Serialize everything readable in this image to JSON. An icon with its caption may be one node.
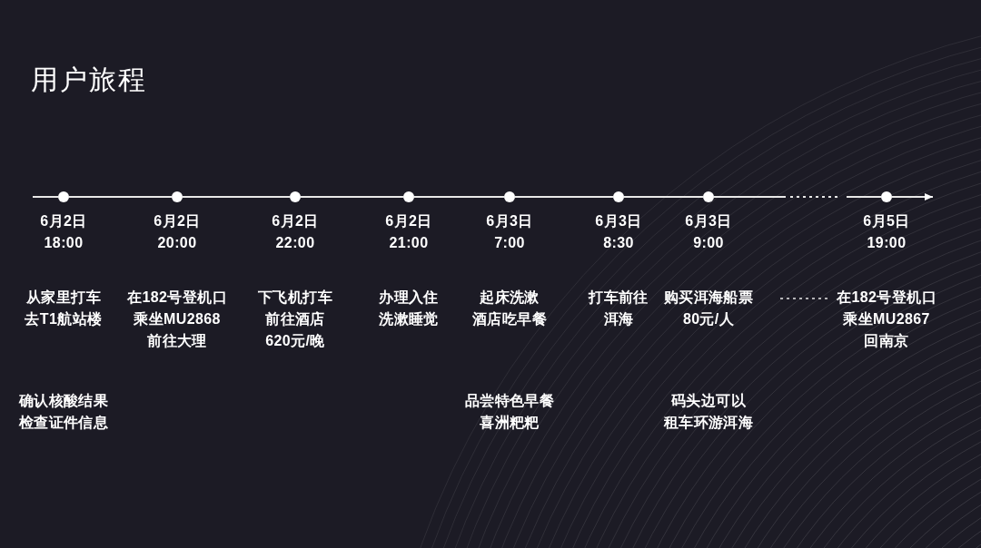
{
  "diagram": {
    "title": "用户旅程",
    "nodes": [
      {
        "text": [],
        "shape": "circle",
        "beside": [
          "6月2日 18:00",
          "从家里打车去T1航站楼"
        ]
      },
      {
        "text": [],
        "shape": "circle",
        "beside": [
          "6月2日 20:00",
          "在182号登机口乘坐MU2868前往大理"
        ]
      },
      {
        "text": [],
        "shape": "circle",
        "beside": [
          "6月2日 22:00",
          "下飞机打车前往酒店620元/晚"
        ]
      },
      {
        "text": [],
        "shape": "circle",
        "beside": [
          "6月2日 21:00",
          "办理入住洗漱睡觉"
        ]
      },
      {
        "text": [],
        "shape": "circle",
        "beside": [
          "6月3日 7:00",
          "起床洗漱酒店吃早餐"
        ]
      },
      {
        "text": [],
        "shape": "circle",
        "beside": [
          "6月3日 8:30",
          "打车前往洱海"
        ]
      },
      {
        "text": [],
        "shape": "circle",
        "beside": [
          "6月3日 9:00",
          "购买洱海船票80元/人"
        ]
      },
      {
        "text": [],
        "shape": "circle",
        "beside": [
          "6月5日 19:00",
          "在182号登机口乘坐MU2867回南京"
        ]
      }
    ],
    "edges": [
      {
        "from": null,
        "to": 0,
        "arrow": "none"
      },
      {
        "from": 0,
        "to": 1,
        "arrow": "none"
      },
      {
        "from": 1,
        "to": 2,
        "arrow": "none"
      },
      {
        "from": 2,
        "to": 3,
        "arrow": "none"
      },
      {
        "from": 3,
        "to": 4,
        "arrow": "none"
      },
      {
        "from": 4,
        "to": 5,
        "arrow": "none"
      },
      {
        "from": 5,
        "to": 6,
        "arrow": "none"
      },
      {
        "from": 6,
        "to": 7,
        "arrow": "none",
        "style": "dashed"
      },
      {
        "from": 7,
        "to": null,
        "arrow": "to"
      }
    ],
    "labels": [
      "确认核酸结果检查证件信息",
      "品尝特色早餐喜洲粑粑",
      "码头边可以租车环游洱海"
    ]
  }
}
